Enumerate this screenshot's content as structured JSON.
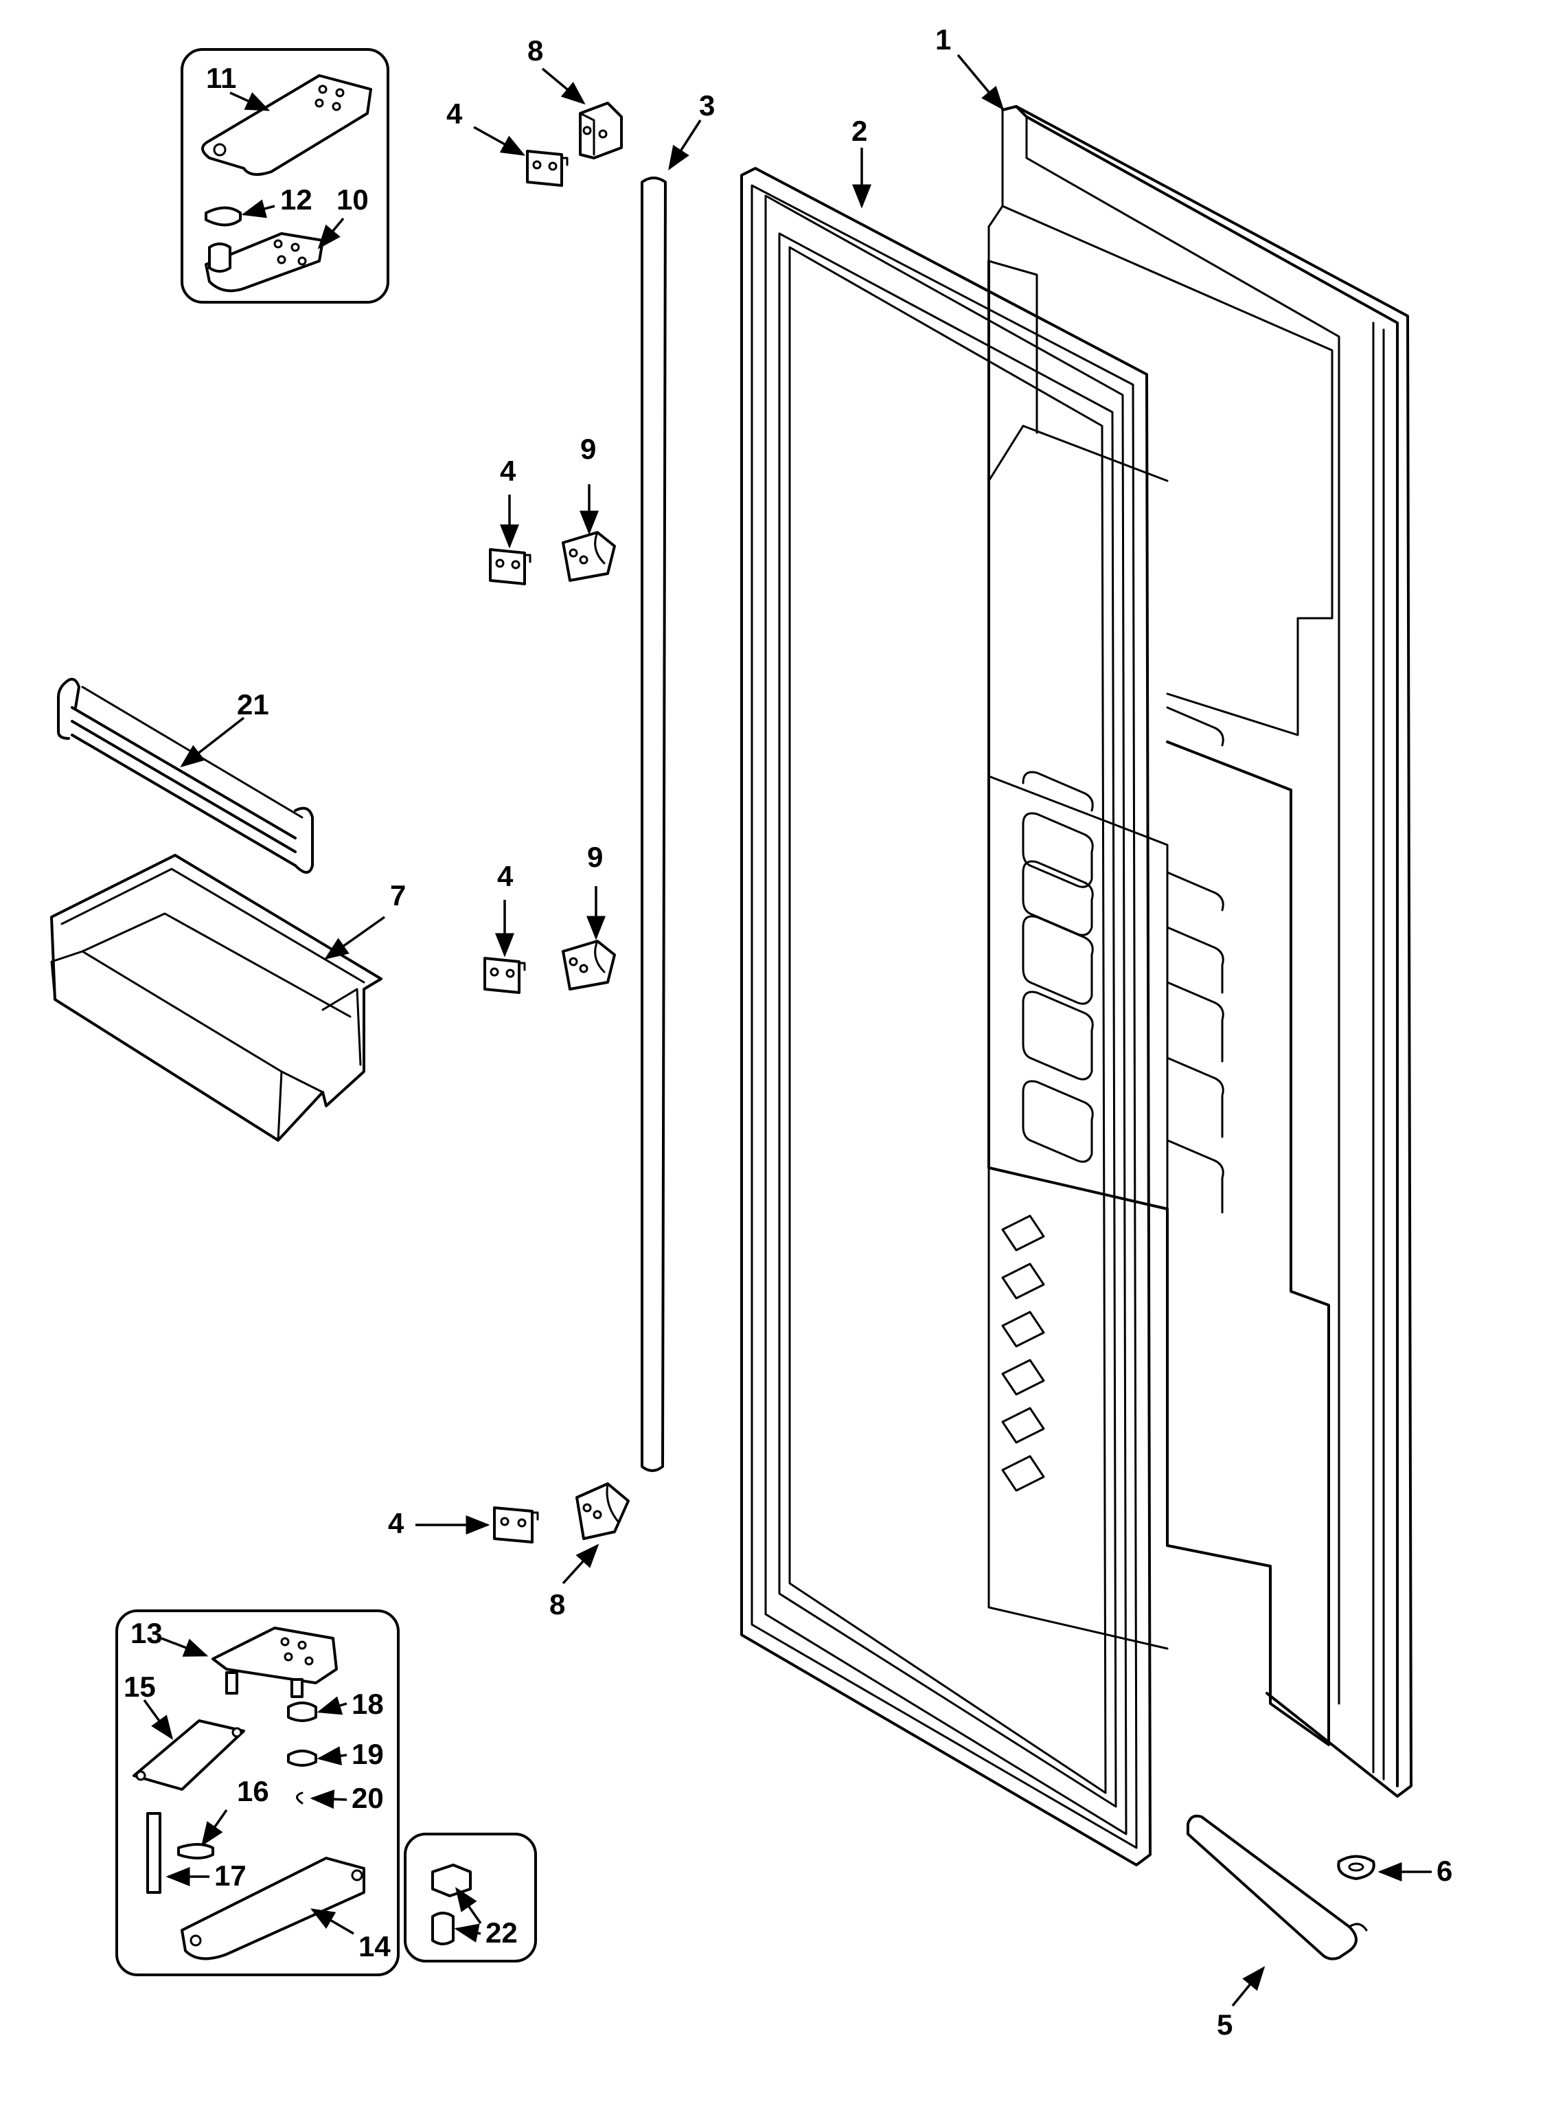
{
  "callouts": {
    "c1": "1",
    "c2": "2",
    "c3": "3",
    "c4a": "4",
    "c4b": "4",
    "c4c": "4",
    "c4d": "4",
    "c5": "5",
    "c6": "6",
    "c7": "7",
    "c8a": "8",
    "c8b": "8",
    "c9a": "9",
    "c9b": "9",
    "c10": "10",
    "c11": "11",
    "c12": "12",
    "c13": "13",
    "c14": "14",
    "c15": "15",
    "c16": "16",
    "c17": "17",
    "c18": "18",
    "c19": "19",
    "c20": "20",
    "c21": "21",
    "c22": "22"
  }
}
